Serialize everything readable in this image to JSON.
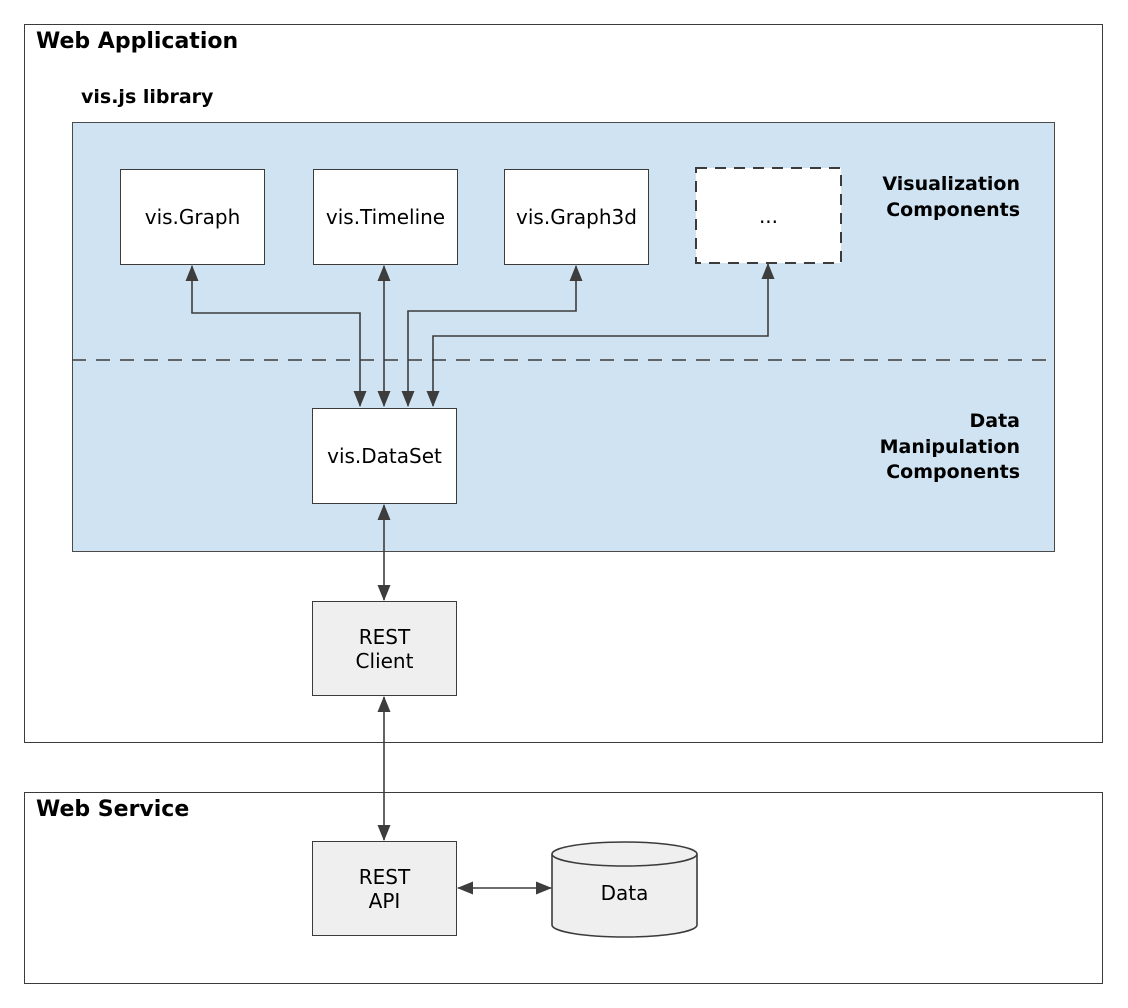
{
  "titles": {
    "web_application": "Web Application",
    "web_service": "Web Service",
    "library": "vis.js library"
  },
  "section_labels": {
    "visualization": "Visualization\nComponents",
    "data_manipulation": "Data\nManipulation\nComponents"
  },
  "nodes": {
    "vis_graph": "vis.Graph",
    "vis_timeline": "vis.Timeline",
    "vis_graph3d": "vis.Graph3d",
    "ellipsis": "...",
    "vis_dataset": "vis.DataSet",
    "rest_client": "REST\nClient",
    "rest_api": "REST\nAPI",
    "data_store": "Data"
  },
  "colors": {
    "panel_fill": "#cfe3f2",
    "node_fill_white": "#ffffff",
    "node_fill_gray": "#efefef",
    "border": "#3b3b3b",
    "arrow": "#3d3d3d",
    "text": "#000000"
  }
}
